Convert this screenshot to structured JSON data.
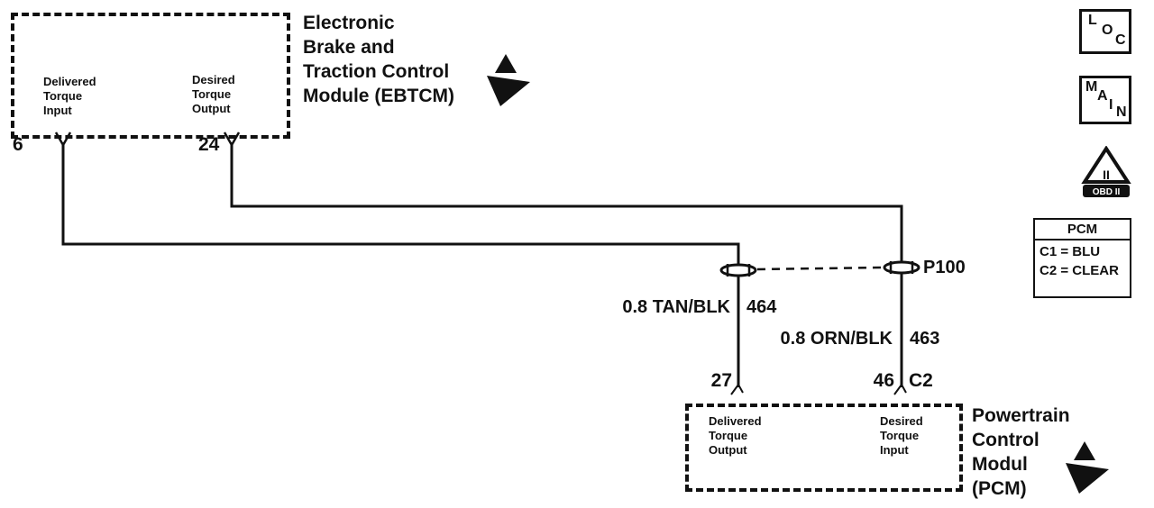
{
  "ebtcm": {
    "title": "Electronic\nBrake and\nTraction Control\nModule (EBTCM)",
    "delivered_label": "Delivered\nTorque\nInput",
    "desired_label": "Desired\nTorque\nOutput",
    "pin_delivered": "6",
    "pin_desired": "24"
  },
  "wires": {
    "tan_wire": {
      "label": "0.8 TAN/BLK",
      "circuit": "464"
    },
    "orn_wire": {
      "label": "0.8 ORN/BLK",
      "circuit": "463"
    },
    "inline_connector": "P100"
  },
  "pcm": {
    "title": "Powertrain\nControl\nModul\n(PCM)",
    "delivered_label": "Delivered\nTorque\nOutput",
    "desired_label": "Desired\nTorque\nInput",
    "pin_delivered": "27",
    "pin_desired": "46",
    "connector_id": "C2"
  },
  "refs": {
    "loc": {
      "letters": [
        "L",
        "O",
        "C"
      ]
    },
    "main": {
      "letters": [
        "M",
        "A",
        "I",
        "N"
      ]
    },
    "obd": {
      "triangle_label": "II",
      "banner": "OBD II"
    },
    "pcm_legend": {
      "title": "PCM",
      "rows": [
        "C1 = BLU",
        "C2 = CLEAR"
      ]
    }
  },
  "colors": {
    "ink": "#111111",
    "paper": "#ffffff"
  }
}
